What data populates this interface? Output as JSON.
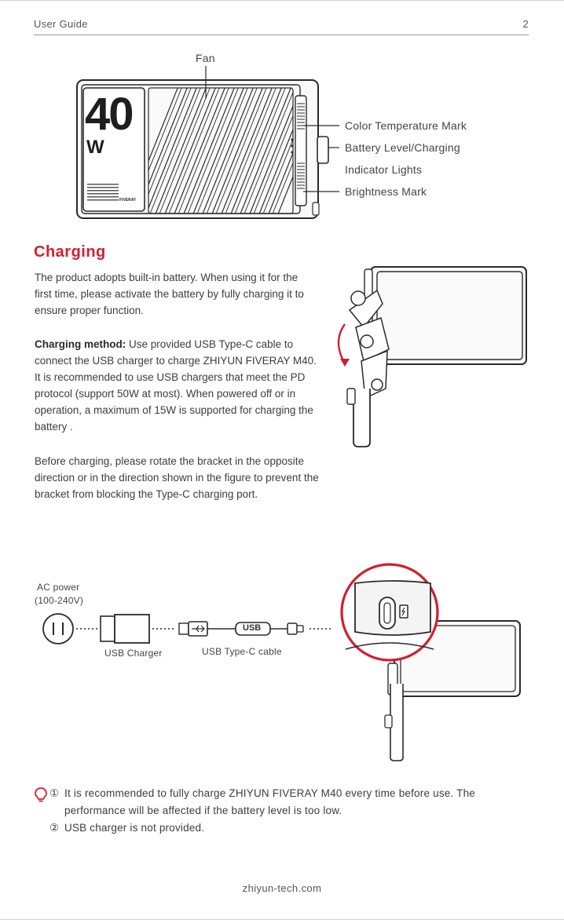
{
  "header": {
    "title": "User Guide",
    "page_number": "2"
  },
  "device_diagram": {
    "callouts": {
      "fan": "Fan",
      "color_temp": "Color Temperature Mark",
      "battery_line1": "Battery Level/Charging",
      "battery_line2": "Indicator Lights",
      "brightness": "Brightness Mark"
    },
    "panel_number": "40",
    "panel_unit": "W",
    "brand": "FIVERAY"
  },
  "charging": {
    "title": "Charging",
    "intro": "The product adopts built-in battery. When using it for the first time, please activate the battery by fully charging it to ensure proper function.",
    "method_label": "Charging method:",
    "method_text": " Use provided USB Type-C cable to connect the USB charger to charge ZHIYUN FIVERAY M40. It is recommended to use USB chargers that meet the PD protocol (support 50W at most). When powered off or in operation, a maximum of 15W is supported for charging the battery .",
    "rotate_note": "Before charging, please rotate the bracket in the opposite direction or in the direction shown in the figure to prevent the bracket from blocking the Type-C charging port."
  },
  "connection_diagram": {
    "ac_power_line1": "AC power",
    "ac_power_line2": "(100-240V)",
    "usb_charger": "USB Charger",
    "usb_cable": "USB Type-C cable",
    "cable_tag": "USB"
  },
  "notes": {
    "items": [
      {
        "marker": "①",
        "line1": "It is recommended to fully charge ZHIYUN FIVERAY M40 every time before use. The",
        "line2": "performance will be affected if the battery level is too low."
      },
      {
        "marker": "②",
        "line1": "USB charger is not provided."
      }
    ]
  },
  "footer": {
    "url": "zhiyun-tech.com"
  },
  "colors": {
    "accent": "#d0202e",
    "line": "#2a2a2a"
  }
}
